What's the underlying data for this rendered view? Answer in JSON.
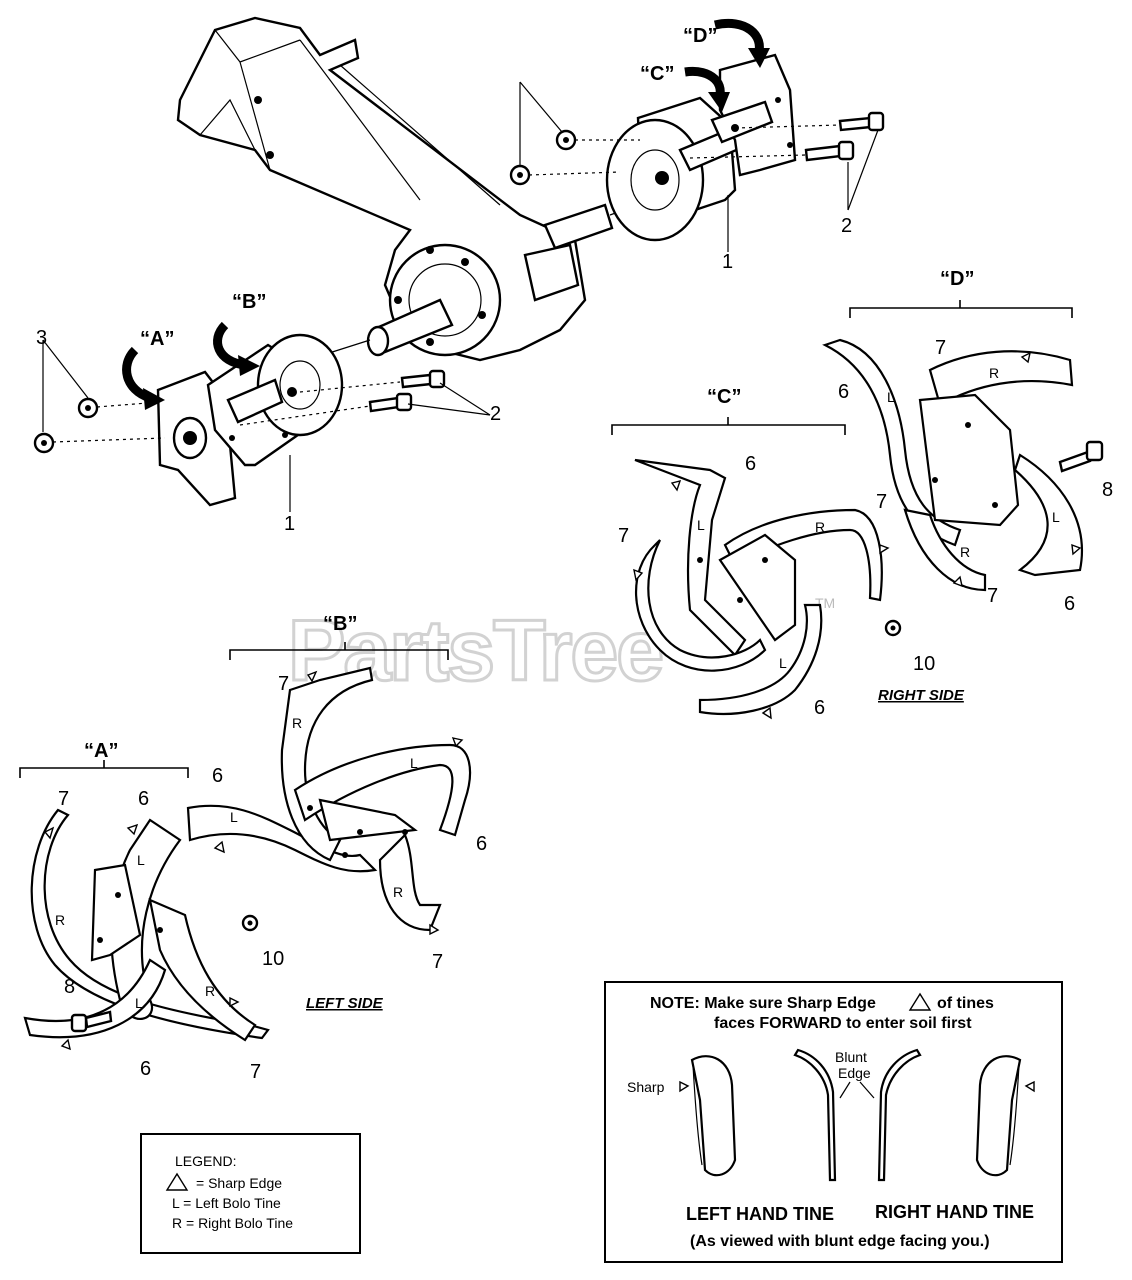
{
  "callouts": {
    "A_top": "“A”",
    "B_top": "“B”",
    "C_top": "“C”",
    "D_top": "“D”",
    "A_group": "“A”",
    "B_group": "“B”",
    "C_group": "“C”",
    "D_group": "“D”"
  },
  "part_numbers": {
    "n1": "1",
    "n2": "2",
    "n3": "3",
    "n6": "6",
    "n7": "7",
    "n8": "8",
    "n10": "10"
  },
  "tine_letters": {
    "left": "L",
    "right": "R"
  },
  "side_labels": {
    "left": "LEFT SIDE",
    "right": "RIGHT SIDE"
  },
  "note": {
    "line1": "NOTE:  Make sure Sharp Edge",
    "line1b": "of tines",
    "line2": "faces FORWARD to enter soil first",
    "sharp": "Sharp",
    "blunt_line1": "Blunt",
    "blunt_line2": "Edge",
    "left_hand": "LEFT HAND TINE",
    "right_hand": "RIGHT HAND TINE",
    "caption": "(As viewed with blunt edge facing you.)"
  },
  "legend": {
    "title": "LEGEND:",
    "sharp": "= Sharp Edge",
    "left": "L  =  Left Bolo Tine",
    "right": "R  =  Right Bolo Tine"
  },
  "watermark": {
    "text": "PartsTree",
    "tm": "TM"
  }
}
